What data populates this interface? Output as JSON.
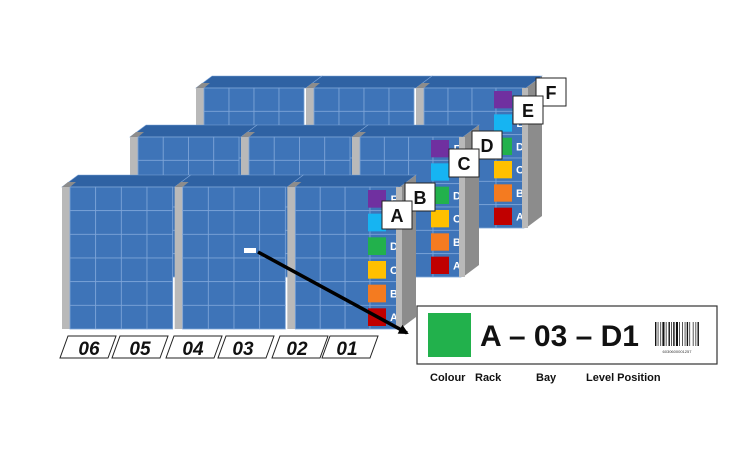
{
  "colors": {
    "bin": "#3e74b8",
    "bin_top": "#2f62a3",
    "bin_edge": "#7ea5d8",
    "upright": "#b9b9b9",
    "upright_dark": "#8c8c8c",
    "label_swatch": "#22b14c",
    "levels": {
      "F": "#7030a0",
      "E": "#16b4f2",
      "D": "#22b14c",
      "C": "#ffc000",
      "B": "#f47b20",
      "A": "#c00000"
    }
  },
  "level_letters": [
    "F",
    "E",
    "D",
    "C",
    "B",
    "A"
  ],
  "bay_numbers": [
    "06",
    "05",
    "04",
    "03",
    "02",
    "01"
  ],
  "rack_tags": [
    "F",
    "E",
    "D",
    "C",
    "B",
    "A"
  ],
  "label": {
    "code": "A – 03 – D1",
    "barcode_number": "6030600001257",
    "captions": [
      "Colour",
      "Rack",
      "Bay",
      "Level Position"
    ]
  }
}
